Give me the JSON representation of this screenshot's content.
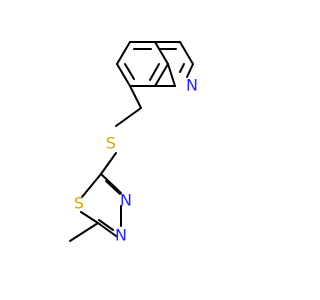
{
  "molecule": {
    "atoms": {
      "N_quinoline": {
        "label": "N",
        "color": "#2222ff"
      },
      "S_thioether": {
        "label": "S",
        "color": "#ccaa00"
      },
      "S_ring": {
        "label": "S",
        "color": "#ccaa00"
      },
      "N_ring_upper": {
        "label": "N",
        "color": "#2222ff"
      },
      "N_ring_lower": {
        "label": "N",
        "color": "#2222ff"
      }
    },
    "bond_color": "#000000"
  }
}
